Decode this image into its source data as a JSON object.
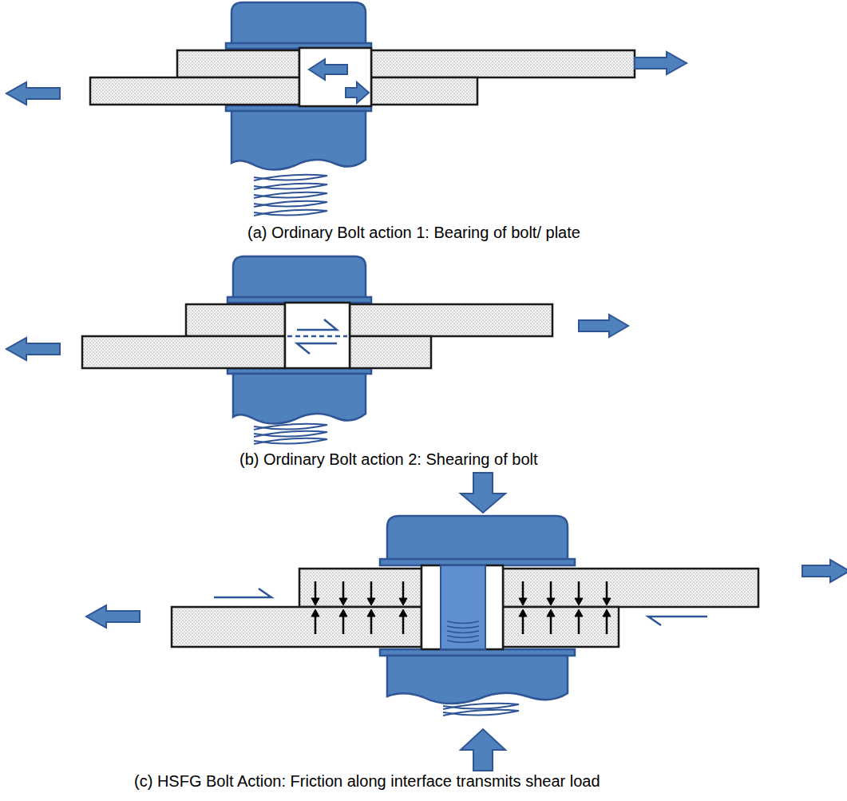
{
  "diagram": {
    "labels": [
      "(a) Ordinary Bolt action 1: Bearing of bolt/ plate",
      "(b) Ordinary Bolt action 2: Shearing of bolt",
      "(c) HSFG Bolt Action: Friction along interface transmits shear load"
    ]
  }
}
